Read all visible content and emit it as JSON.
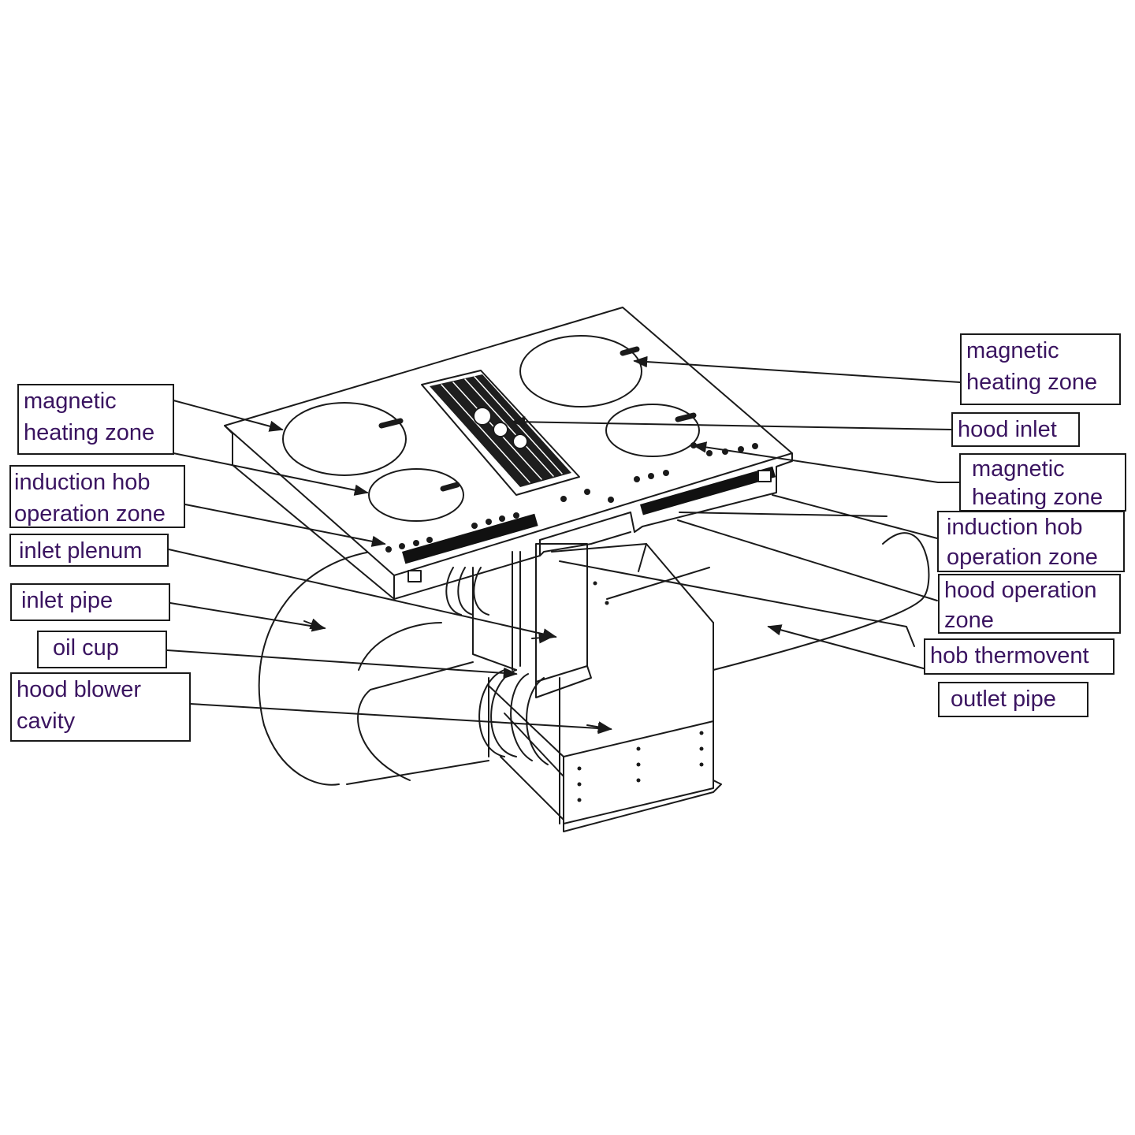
{
  "colors": {
    "line": "#1a1a1a",
    "label_text": "#3a1460",
    "background": "#ffffff"
  },
  "labels": {
    "left": [
      {
        "id": "magnetic-heating-zone-left",
        "lines": [
          "magnetic",
          "heating zone"
        ]
      },
      {
        "id": "induction-hob-operation-zone-left",
        "lines": [
          "induction hob",
          "operation zone"
        ]
      },
      {
        "id": "inlet-plenum",
        "lines": [
          "inlet plenum"
        ]
      },
      {
        "id": "inlet-pipe",
        "lines": [
          "inlet pipe"
        ]
      },
      {
        "id": "oil-cup",
        "lines": [
          "oil cup"
        ]
      },
      {
        "id": "hood-blower-cavity",
        "lines": [
          "hood blower",
          "cavity"
        ]
      }
    ],
    "right": [
      {
        "id": "magnetic-heating-zone-right-top",
        "lines": [
          "magnetic",
          "heating zone"
        ]
      },
      {
        "id": "hood-inlet",
        "lines": [
          "hood inlet"
        ]
      },
      {
        "id": "magnetic-heating-zone-right",
        "lines": [
          "magnetic",
          "heating zone"
        ]
      },
      {
        "id": "induction-hob-operation-zone-right",
        "lines": [
          "induction hob",
          "operation zone"
        ]
      },
      {
        "id": "hood-operation-zone",
        "lines": [
          "hood operation",
          "zone"
        ]
      },
      {
        "id": "hob-thermovent",
        "lines": [
          "hob thermovent"
        ]
      },
      {
        "id": "outlet-pipe",
        "lines": [
          "outlet pipe"
        ]
      }
    ]
  }
}
